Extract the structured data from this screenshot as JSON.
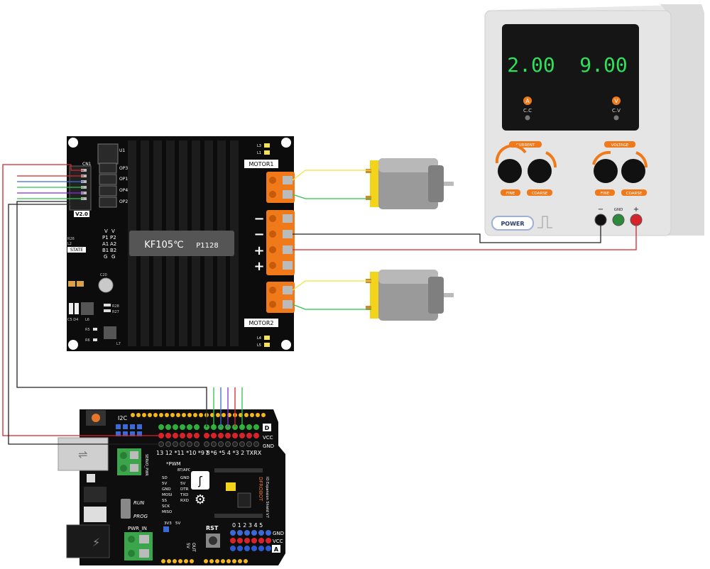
{
  "psu": {
    "current_display": "2.00",
    "voltage_display": "9.00",
    "current_unit": "A",
    "voltage_unit": "V",
    "cc_label": "C.C",
    "cv_label": "C.V",
    "current_label": "CURRENT",
    "voltage_label": "VOLTAGE",
    "fine_label": "FINE",
    "coarse_label": "COARSE",
    "power_label": "POWER",
    "neg_label": "−",
    "gnd_label": "GND",
    "pos_label": "+"
  },
  "driver": {
    "cn1": "CN1",
    "chip_u1": "U1",
    "op_labels": [
      "OP3",
      "OP1",
      "OP4",
      "OP2"
    ],
    "version": "V2.0",
    "pins_left": [
      "V",
      "P1",
      "A1",
      "B1",
      "G"
    ],
    "pins_right": [
      "V",
      "P2",
      "A2",
      "B2",
      "G"
    ],
    "state": "STATE",
    "r26": "R26",
    "l2": "L2",
    "c20": "C20",
    "r28": "R28",
    "r27": "R27",
    "r5": "R5",
    "r6": "R6",
    "l6": "L6",
    "l7": "L7",
    "c5d4": "C5 D4",
    "heatsink_brand": "KF105℃",
    "heatsink_model": "P1128",
    "motor1": "MOTOR1",
    "motor2": "MOTOR2",
    "l3": "L3",
    "l1": "L1",
    "l4": "L4",
    "l5": "L5",
    "minus": "−",
    "plus": "+"
  },
  "arduino": {
    "i2c": "I2C",
    "d_label": "D",
    "vcc_label": "VCC",
    "gnd_label": "GND",
    "digital_pins": "13 12 *11 *10 *9 8",
    "digital_pins2": "7 *6 *5 4 *3 2 TXRX",
    "pwm": "*PWM",
    "bt_apc": "BT/APC",
    "spi_left": [
      "SD",
      "5V",
      "GND",
      "MOSI",
      "SS",
      "SCK",
      "MISO"
    ],
    "spi_right": [
      "GND",
      "5V",
      "DTR",
      "TXD",
      "RXD"
    ],
    "run": "RUN",
    "prog": "PROG",
    "pwr_in": "PWR_IN",
    "rst": "RST",
    "v33": "3V3",
    "v5": "5V",
    "analog_pins": "0 1 2 3 4 5",
    "a_gnd": "GND",
    "a_vcc": "VCC",
    "a_label": "A",
    "servo_pwr": "SERVO_PWR",
    "brand": "DFROBOT",
    "board_name": "IO Expansion Shield V7",
    "out_label": "OUT",
    "v5_out": "5V"
  }
}
